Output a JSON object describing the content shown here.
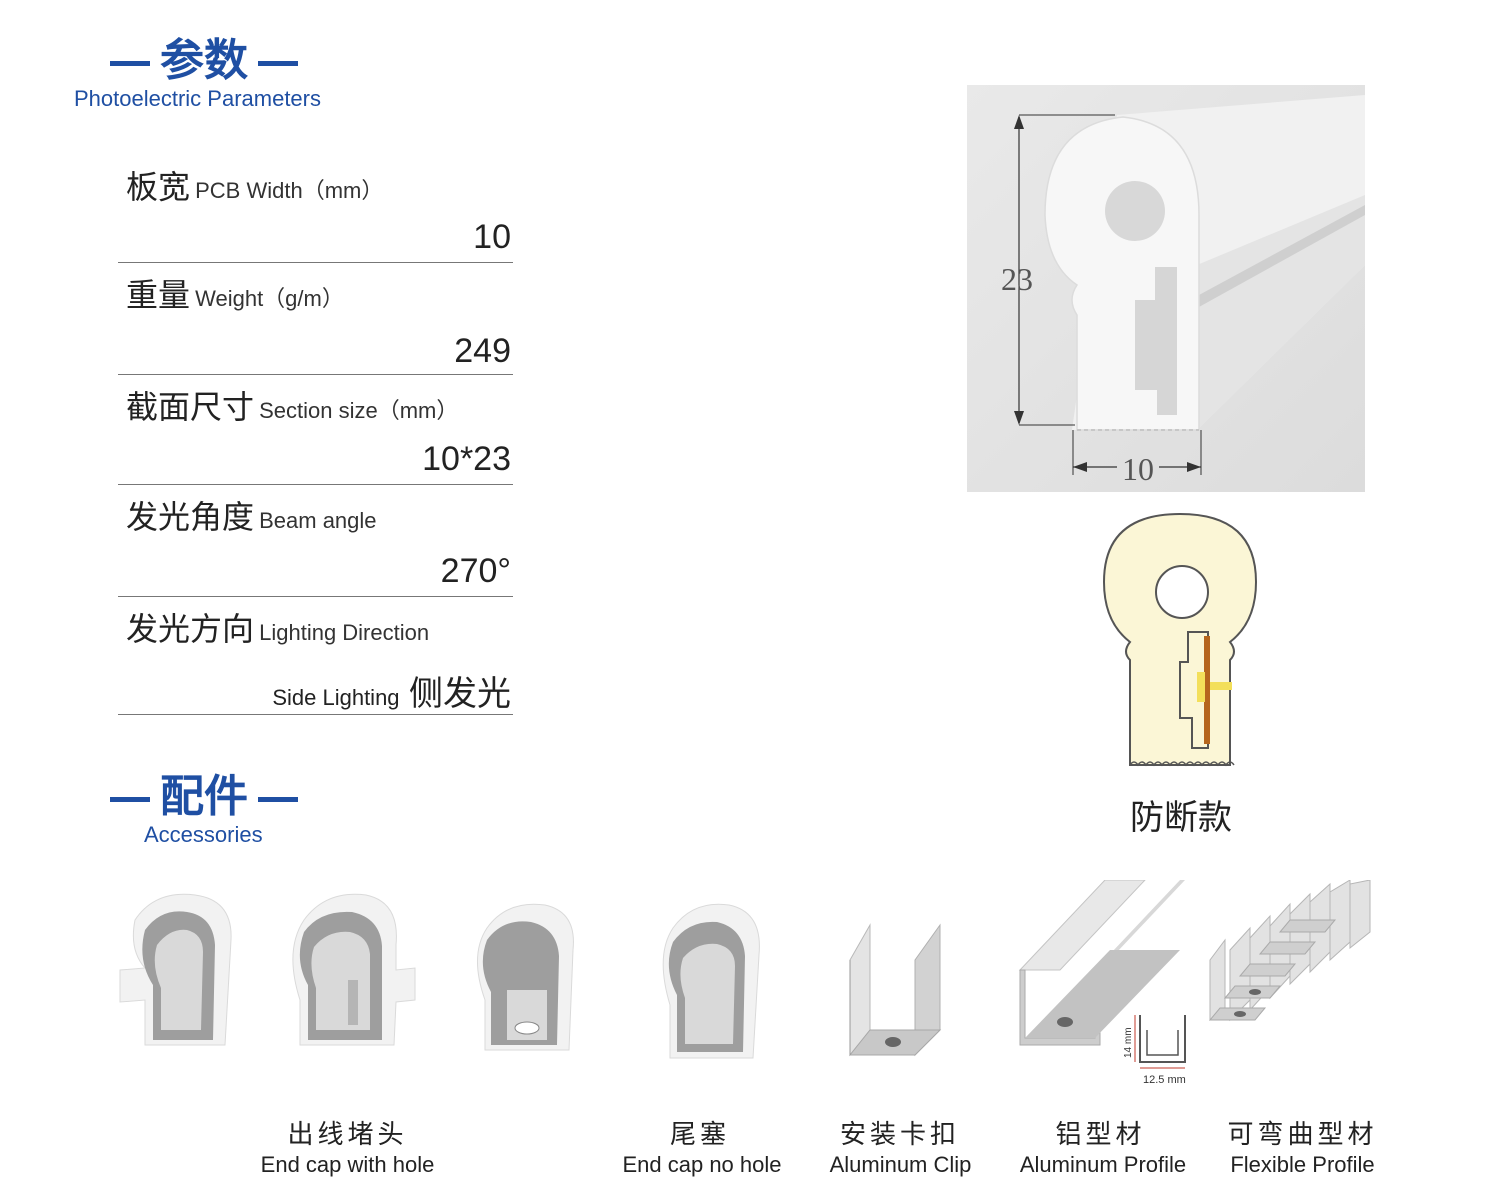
{
  "params_section": {
    "title_cn": "参数",
    "title_en": "Photoelectric Parameters"
  },
  "params": [
    {
      "cn": "板宽",
      "en": "PCB Width（mm）",
      "value": "10"
    },
    {
      "cn": "重量",
      "en": "Weight（g/m）",
      "value": "249"
    },
    {
      "cn": "截面尺寸",
      "en": "Section size（mm）",
      "value": "10*23"
    },
    {
      "cn": "发光角度",
      "en": "Beam angle",
      "value": "270°"
    },
    {
      "cn": "发光方向",
      "en": "Lighting Direction",
      "value_en": "Side Lighting",
      "value_cn": "侧发光"
    }
  ],
  "diagram": {
    "height_label": "23",
    "width_label": "10"
  },
  "variant_label": "防断款",
  "accessories_section": {
    "title_cn": "配件",
    "title_en": "Accessories"
  },
  "accessories": [
    {
      "cn": "出线堵头",
      "en": "End cap with hole"
    },
    {
      "cn": "尾塞",
      "en": "End cap no hole"
    },
    {
      "cn": "安装卡扣",
      "en": "Aluminum Clip"
    },
    {
      "cn": "铝型材",
      "en": "Aluminum Profile"
    },
    {
      "cn": "可弯曲型材",
      "en": "Flexible Profile"
    }
  ],
  "profile_dims": {
    "height": "14 mm",
    "width": "12.5 mm"
  },
  "colors": {
    "accent": "#1f4fa3",
    "glow": "#fbf6d6"
  }
}
